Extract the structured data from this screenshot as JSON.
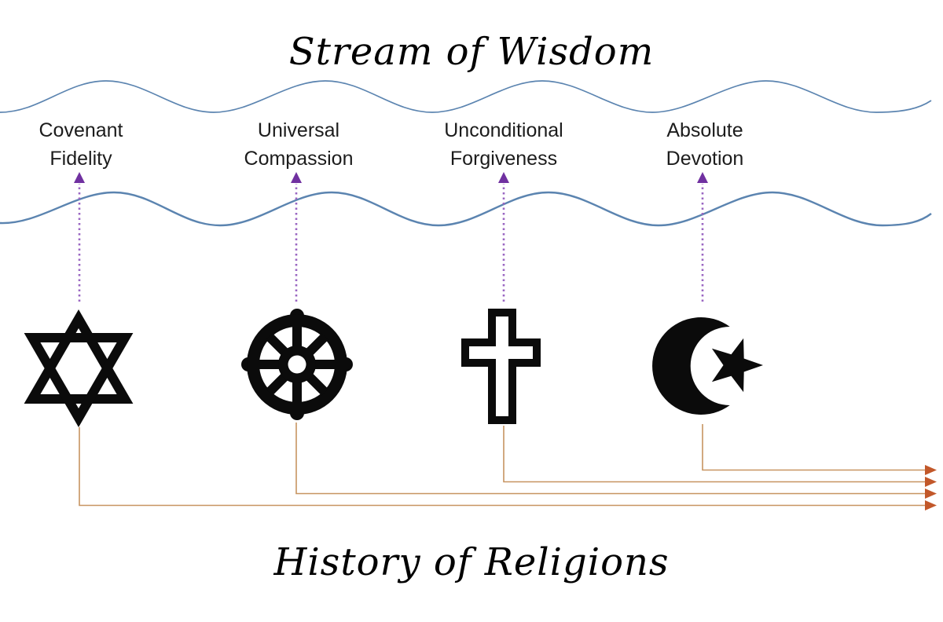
{
  "titles": {
    "top": "Stream of Wisdom",
    "bottom": "History of Religions"
  },
  "virtues": [
    {
      "line1": "Covenant",
      "line2": "Fidelity",
      "icon": "star-of-david-icon"
    },
    {
      "line1": "Universal",
      "line2": "Compassion",
      "icon": "dharma-wheel-icon"
    },
    {
      "line1": "Unconditional",
      "line2": "Forgiveness",
      "icon": "latin-cross-icon"
    },
    {
      "line1": "Absolute",
      "line2": "Devotion",
      "icon": "crescent-and-star-icon"
    }
  ],
  "colors": {
    "wave-blue": "#5b84b0",
    "arrow-purple": "#7030a0",
    "arrow-purple-dots": "#9a66c2",
    "timeline-line": "#c79461",
    "timeline-arrow": "#c2582a",
    "symbol-black": "#0b0b0b",
    "text": "#1c1c1c"
  }
}
